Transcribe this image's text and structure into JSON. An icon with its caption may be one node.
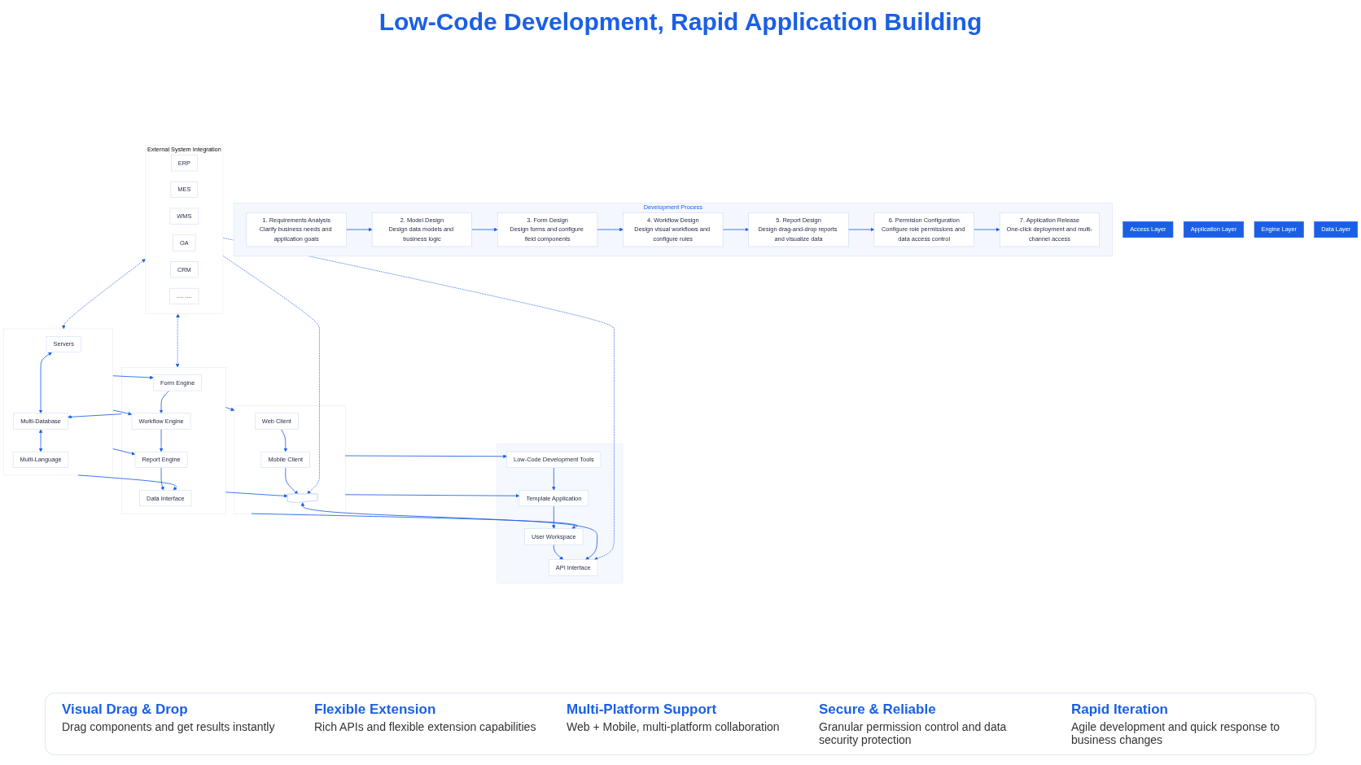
{
  "diagram": {
    "title": "Low-Code Development, Rapid Application Building",
    "nodes": [
      {
        "text": [
          "Development Process"
        ]
      },
      {
        "text": [
          "1. Requirements Analysis",
          "Clarify business needs and application goals"
        ],
        "in": 0
      },
      {
        "text": [
          "2. Model Design",
          "Design data models and business logic"
        ],
        "in": 0
      },
      {
        "text": [
          "3. Form Design",
          "Design forms and configure field components"
        ],
        "in": 0
      },
      {
        "text": [
          "4. Workflow Design",
          "Design visual workflows and configure rules"
        ],
        "in": 0
      },
      {
        "text": [
          "5. Report Design",
          "Design drag-and-drop reports and visualize data"
        ],
        "in": 0
      },
      {
        "text": [
          "6. Permision Configuration",
          "Configure role permissions and data access control"
        ],
        "in": 0
      },
      {
        "text": [
          "7. Application Release",
          "One-click deployment and multi-channel access"
        ],
        "in": 0
      },
      {
        "text": [
          "Access Layer"
        ]
      },
      {
        "text": [],
        "shape": "box"
      },
      {
        "text": [
          "Low-Code Development Tools"
        ],
        "in": 9
      },
      {
        "text": [
          "Template Application"
        ],
        "in": 9
      },
      {
        "text": [
          "User Workspace"
        ],
        "in": 9
      },
      {
        "text": [
          "API Interface"
        ],
        "in": 9
      },
      {
        "text": [
          "Application Layer"
        ]
      },
      {
        "text": [],
        "shape": "box"
      },
      {
        "text": [
          "Web Client"
        ],
        "in": 15
      },
      {
        "text": [
          "Mobile Client"
        ],
        "in": 15
      },
      {
        "text": [],
        "shape": "clipboard",
        "in": 15
      },
      {
        "text": [
          "Engine Layer"
        ]
      },
      {
        "text": [],
        "shape": "box"
      },
      {
        "text": [
          "Form Engine"
        ],
        "in": 20
      },
      {
        "text": [
          "Workflow Engine"
        ],
        "in": 20
      },
      {
        "text": [
          "Report Engine"
        ],
        "in": 20
      },
      {
        "text": [
          "Data Interface"
        ],
        "in": 20
      },
      {
        "text": [
          "Data Layer"
        ]
      },
      {
        "text": [],
        "shape": "box"
      },
      {
        "text": [
          "Servers"
        ],
        "in": 26
      },
      {
        "text": [
          "Multi-Database"
        ],
        "in": 26
      },
      {
        "text": [
          "Multi-Language"
        ],
        "in": 26
      },
      {
        "text": [
          "External System Integration"
        ]
      },
      {
        "text": [
          "ERP"
        ],
        "in": 30
      },
      {
        "text": [
          "MES"
        ],
        "in": 30
      },
      {
        "text": [
          "WMS"
        ],
        "in": 30
      },
      {
        "text": [
          "OA"
        ],
        "in": 30
      },
      {
        "text": [
          "CRM"
        ],
        "in": 30
      },
      {
        "text": [
          ".... ...."
        ],
        "in": 30
      }
    ],
    "edges": [
      {
        "from": 1,
        "to": 2,
        "arrow": "to"
      },
      {
        "from": 2,
        "to": 3,
        "arrow": "to"
      },
      {
        "from": 3,
        "to": 4,
        "arrow": "to"
      },
      {
        "from": 4,
        "to": 5,
        "arrow": "to"
      },
      {
        "from": 5,
        "to": 6,
        "arrow": "to"
      },
      {
        "from": 6,
        "to": 7,
        "arrow": "to"
      },
      {
        "from": 10,
        "to": 11,
        "arrow": "to"
      },
      {
        "from": 11,
        "to": 12,
        "arrow": "to"
      },
      {
        "from": 12,
        "to": 13,
        "arrow": "to"
      },
      {
        "from": 15,
        "to": 10,
        "arrow": "to"
      },
      {
        "from": 15,
        "to": 11,
        "arrow": "to"
      },
      {
        "from": 15,
        "to": 12,
        "arrow": "to"
      },
      {
        "from": 18,
        "to": 13,
        "arrow": "both"
      },
      {
        "from": 16,
        "to": 17,
        "arrow": "to"
      },
      {
        "from": 17,
        "to": 18,
        "arrow": "to"
      },
      {
        "from": 20,
        "to": 15,
        "arrow": "to"
      },
      {
        "from": 20,
        "to": 18,
        "arrow": "to"
      },
      {
        "from": 21,
        "to": 22,
        "arrow": "to"
      },
      {
        "from": 22,
        "to": 23,
        "arrow": "to"
      },
      {
        "from": 23,
        "to": 24,
        "arrow": "to"
      },
      {
        "from": 26,
        "to": 21,
        "arrow": "to"
      },
      {
        "from": 26,
        "to": 22,
        "arrow": "to"
      },
      {
        "from": 26,
        "to": 23,
        "arrow": "to"
      },
      {
        "from": 20,
        "to": 28,
        "arrow": "to"
      },
      {
        "from": 26,
        "to": 24,
        "arrow": "to"
      },
      {
        "from": 27,
        "to": 28,
        "arrow": "both"
      },
      {
        "from": 28,
        "to": 29,
        "arrow": "both"
      },
      {
        "from": 30,
        "to": 13,
        "arrow": "to",
        "style": "dashed"
      },
      {
        "from": 30,
        "to": 18,
        "arrow": "to",
        "style": "dashed"
      },
      {
        "from": 30,
        "to": 20,
        "arrow": "both",
        "style": "dashed"
      },
      {
        "from": 30,
        "to": 26,
        "arrow": "both",
        "style": "dashed"
      }
    ],
    "labels": [
      "Visual Drag & Drop",
      "Drag components and get results instantly",
      "Flexible Extension",
      "Rich APIs and flexible extension capabilities",
      "Multi-Platform Support",
      "Web + Mobile, multi-platform collaboration",
      "Secure & Reliable",
      "Granular permission control and data security protection",
      "Rapid Iteration",
      "Agile development and quick response to business changes"
    ]
  }
}
